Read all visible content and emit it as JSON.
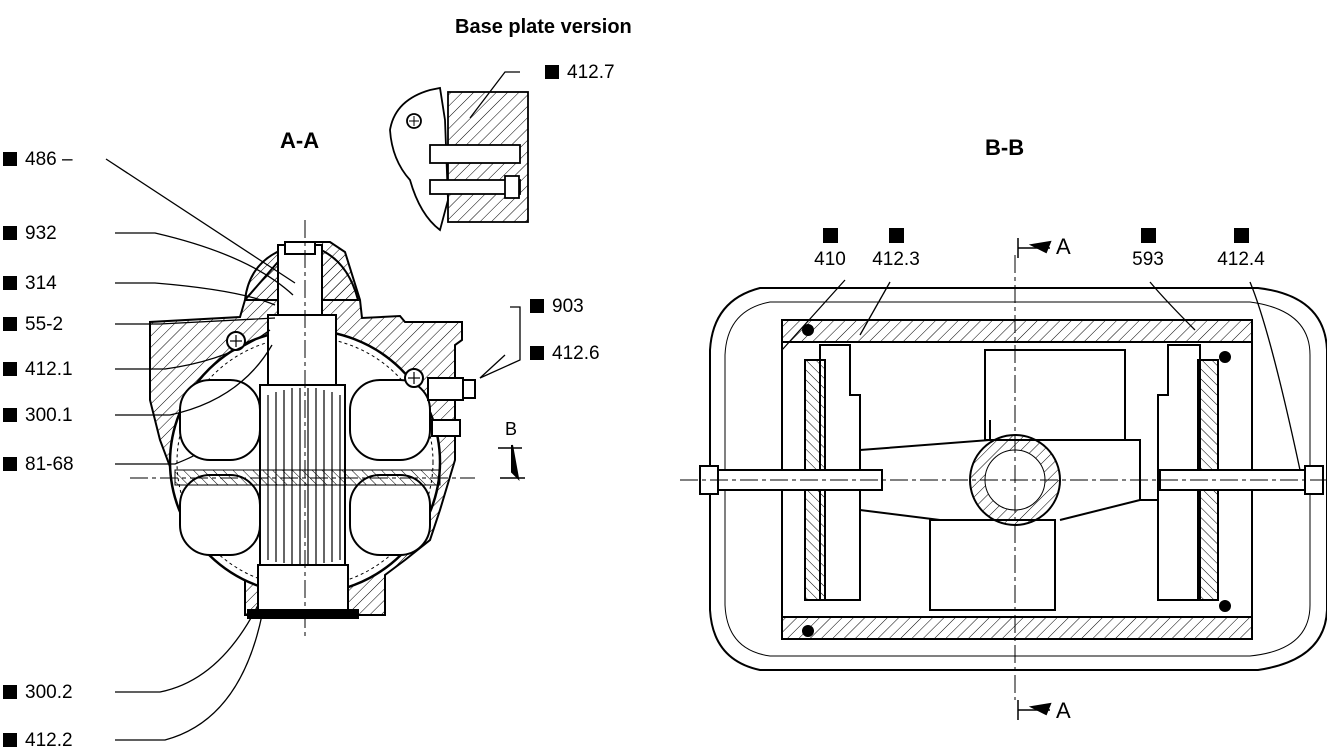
{
  "titles": {
    "base_plate": "Base plate version",
    "section_aa": "A-A",
    "section_bb": "B-B"
  },
  "section_marks": {
    "a_top": "A",
    "a_bottom": "A",
    "b": "B"
  },
  "left_labels": [
    "486",
    "932",
    "314",
    "55-2",
    "412.1",
    "300.1",
    "81-68",
    "300.2",
    "412.2"
  ],
  "side_labels": [
    "412.7",
    "903",
    "412.6"
  ],
  "bb_labels": [
    "410",
    "412.3",
    "593",
    "412.4"
  ],
  "colors": {
    "ink": "#000000",
    "paper": "#ffffff"
  }
}
